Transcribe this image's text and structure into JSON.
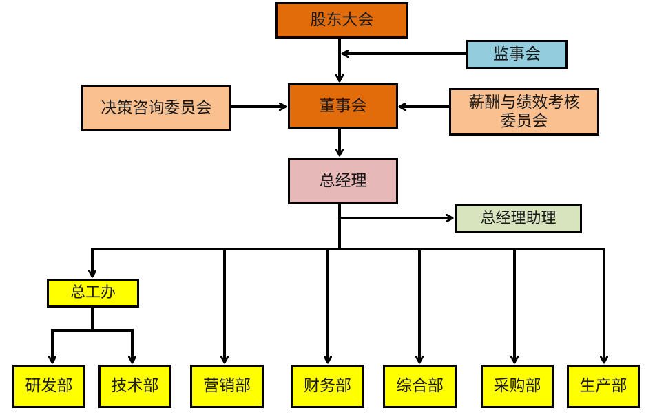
{
  "diagram": {
    "type": "organization-chart",
    "nodes": {
      "shareholders": {
        "label": "股东大会",
        "color": "#e36c0a"
      },
      "supervisors": {
        "label": "监事会",
        "color": "#93cddd"
      },
      "board": {
        "label": "董事会",
        "color": "#e36c0a"
      },
      "decision_committee": {
        "label": "决策咨询委员会",
        "color": "#fac090"
      },
      "compensation_committee": {
        "label": "薪酬与绩效考核\n委员会",
        "color": "#fac090"
      },
      "general_manager": {
        "label": "总经理",
        "color": "#e6b9b8"
      },
      "gm_assistant": {
        "label": "总经理助理",
        "color": "#d7e4bd"
      },
      "chief_engineer_office": {
        "label": "总工办",
        "color": "#ffff00"
      },
      "rd_dept": {
        "label": "研发部",
        "color": "#ffff00"
      },
      "tech_dept": {
        "label": "技术部",
        "color": "#ffff00"
      },
      "marketing_dept": {
        "label": "营销部",
        "color": "#ffff00"
      },
      "finance_dept": {
        "label": "财务部",
        "color": "#ffff00"
      },
      "general_dept": {
        "label": "综合部",
        "color": "#ffff00"
      },
      "purchasing_dept": {
        "label": "采购部",
        "color": "#ffff00"
      },
      "production_dept": {
        "label": "生产部",
        "color": "#ffff00"
      }
    },
    "edges": [
      {
        "from": "shareholders",
        "to": "board"
      },
      {
        "from": "supervisors",
        "to": "shareholders-board-link"
      },
      {
        "from": "decision_committee",
        "to": "board"
      },
      {
        "from": "compensation_committee",
        "to": "board"
      },
      {
        "from": "board",
        "to": "general_manager"
      },
      {
        "from": "general_manager",
        "to": "gm_assistant"
      },
      {
        "from": "general_manager",
        "to": "chief_engineer_office"
      },
      {
        "from": "general_manager",
        "to": "marketing_dept"
      },
      {
        "from": "general_manager",
        "to": "finance_dept"
      },
      {
        "from": "general_manager",
        "to": "general_dept"
      },
      {
        "from": "general_manager",
        "to": "purchasing_dept"
      },
      {
        "from": "general_manager",
        "to": "production_dept"
      },
      {
        "from": "chief_engineer_office",
        "to": "rd_dept"
      },
      {
        "from": "chief_engineer_office",
        "to": "tech_dept"
      }
    ],
    "line_color": "#000000"
  }
}
